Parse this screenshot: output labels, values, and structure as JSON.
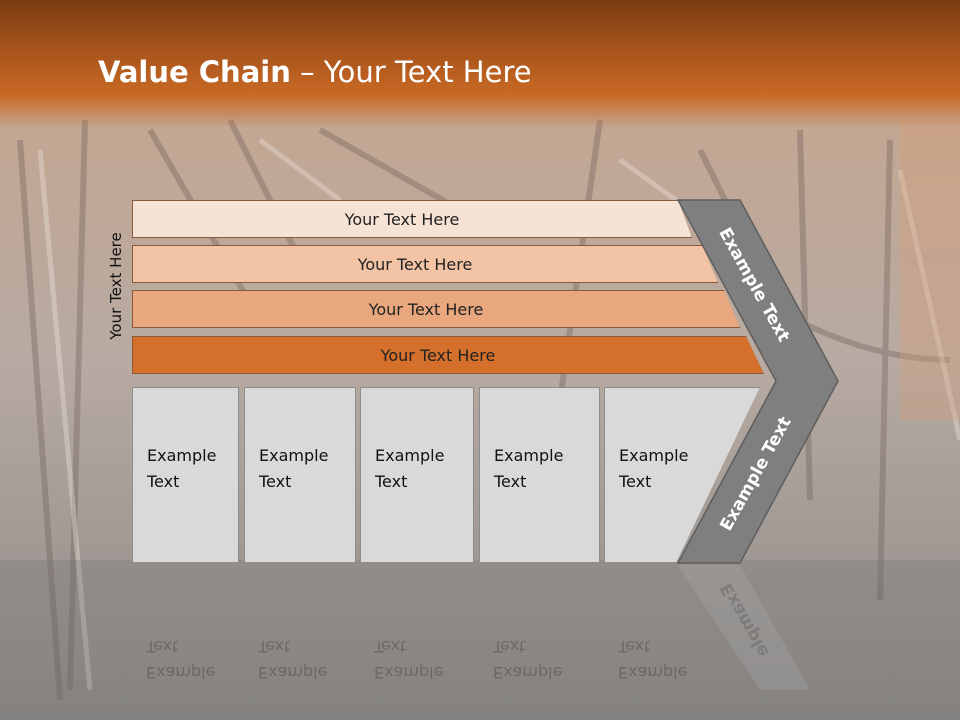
{
  "title": {
    "bold": "Value Chain",
    "rest": " – Your Text Here"
  },
  "side_label": "Your Text Here",
  "bars": [
    {
      "label": "Your Text Here",
      "color": "#f7e3d6"
    },
    {
      "label": "Your Text Here",
      "color": "#f2c4a5"
    },
    {
      "label": "Your Text Here",
      "color": "#e8a77c"
    },
    {
      "label": "Your Text Here",
      "color": "#d4702b"
    }
  ],
  "boxes": [
    {
      "line1": "Example",
      "line2": "Text"
    },
    {
      "line1": "Example",
      "line2": "Text"
    },
    {
      "line1": "Example",
      "line2": "Text"
    },
    {
      "line1": "Example",
      "line2": "Text"
    },
    {
      "line1": "Example",
      "line2": "Text"
    }
  ],
  "chevron_top": "Example Text",
  "chevron_bottom": "Example Text",
  "reflection_chevron": "Example"
}
